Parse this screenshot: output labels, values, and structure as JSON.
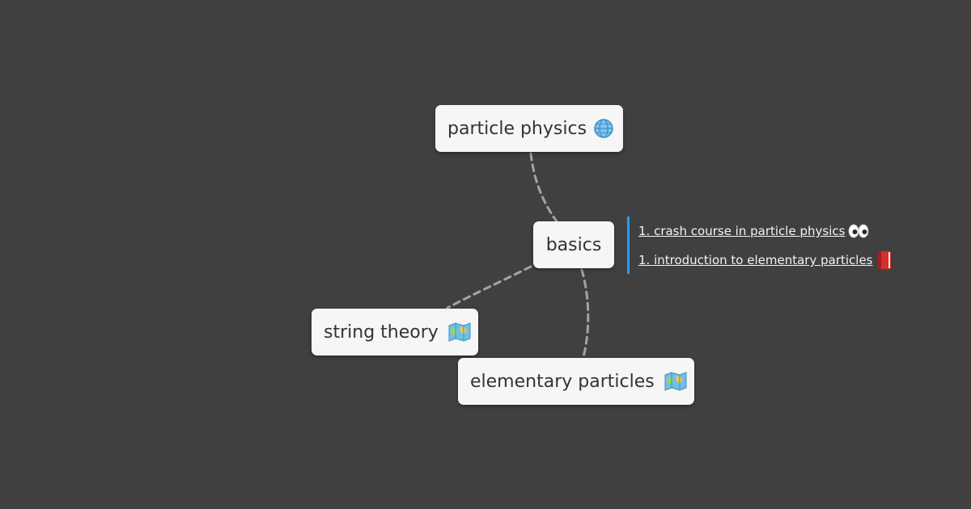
{
  "mindmap": {
    "nodes": {
      "particle_physics": {
        "label": "particle physics",
        "icon": "globe-icon"
      },
      "basics": {
        "label": "basics"
      },
      "string_theory": {
        "label": "string theory",
        "icon": "map-icon"
      },
      "elementary_particles": {
        "label": "elementary particles",
        "icon": "map-icon"
      }
    },
    "note": {
      "links": [
        {
          "label": "1. crash course in particle physics",
          "icon": "eyes-icon"
        },
        {
          "label": "1. introduction to elementary particles",
          "icon": "red-book-icon"
        }
      ]
    }
  },
  "colors": {
    "background": "#404040",
    "node_fill": "#f6f6f6",
    "node_text": "#333333",
    "edge": "#a3a3a3",
    "note_accent": "#2d9bf0"
  }
}
